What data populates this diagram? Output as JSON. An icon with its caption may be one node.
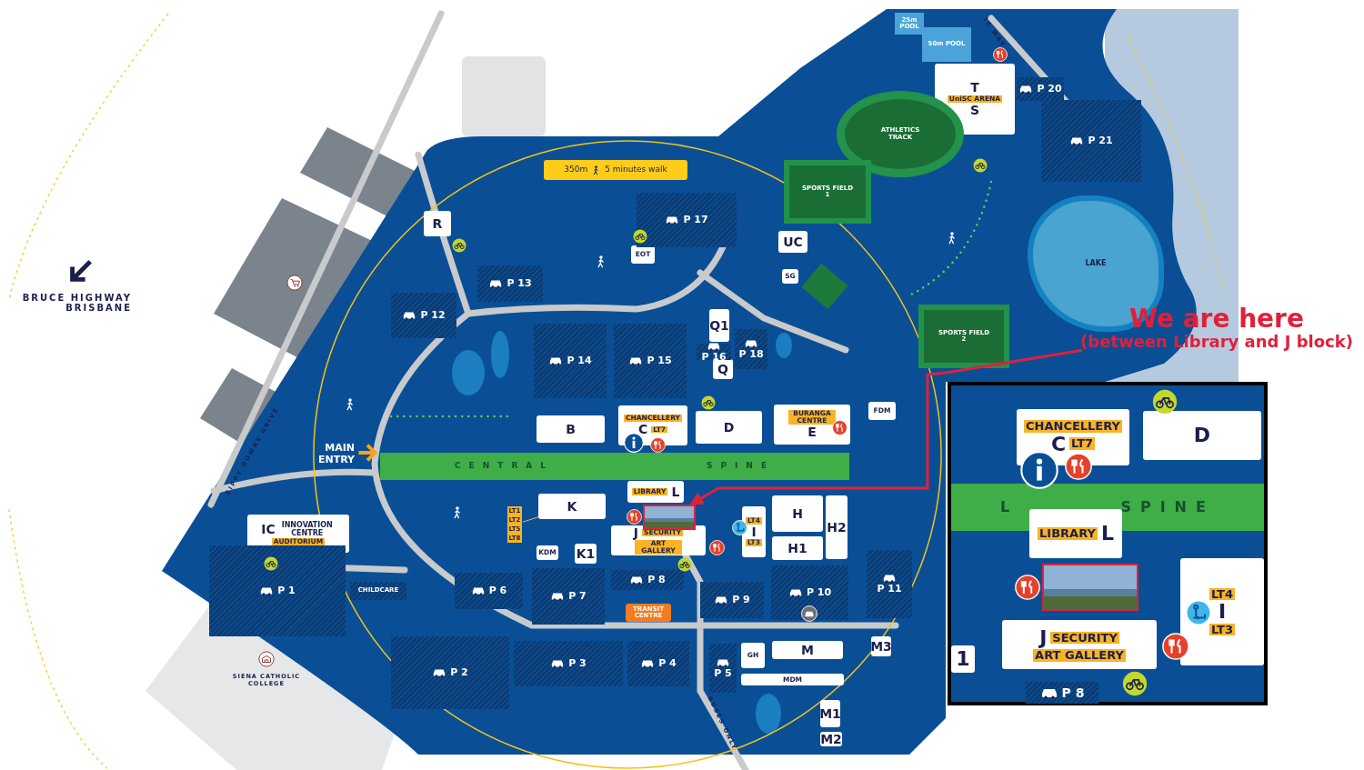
{
  "diagram": {
    "nodes": [
      {
        "text": [
          "R"
        ]
      },
      {
        "text": [
          "EOT"
        ]
      },
      {
        "text": [
          "UC"
        ]
      },
      {
        "text": [
          "SG"
        ]
      },
      {
        "text": [
          "Q1"
        ]
      },
      {
        "text": [
          "Q"
        ]
      },
      {
        "text": [
          "B"
        ]
      },
      {
        "text": [
          "CHANCELLERY",
          "C",
          "LT7"
        ]
      },
      {
        "text": [
          "D"
        ]
      },
      {
        "text": [
          "BURANGA CENTRE",
          "E"
        ]
      },
      {
        "text": [
          "FDM"
        ]
      },
      {
        "text": [
          "K"
        ]
      },
      {
        "text": [
          "LT1 LT2 LT5 LT8"
        ]
      },
      {
        "text": [
          "LIBRARY",
          "L"
        ]
      },
      {
        "text": [
          "J",
          "SECURITY",
          "ART GALLERY"
        ]
      },
      {
        "text": [
          "LT4",
          "I",
          "LT3"
        ]
      },
      {
        "text": [
          "H"
        ]
      },
      {
        "text": [
          "H1"
        ]
      },
      {
        "text": [
          "H2"
        ]
      },
      {
        "text": [
          "KDM"
        ]
      },
      {
        "text": [
          "K1"
        ]
      },
      {
        "text": [
          "IC",
          "INNOVATION CENTRE",
          "AUDITORIUM"
        ]
      },
      {
        "text": [
          "TRANSIT CENTRE"
        ]
      },
      {
        "text": [
          "GH"
        ]
      },
      {
        "text": [
          "M"
        ]
      },
      {
        "text": [
          "MDM"
        ]
      },
      {
        "text": [
          "M3"
        ]
      },
      {
        "text": [
          "M1"
        ]
      },
      {
        "text": [
          "M2"
        ]
      },
      {
        "text": [
          "T",
          "UniSC ARENA",
          "S"
        ]
      },
      {
        "text": [
          "25m POOL"
        ]
      },
      {
        "text": [
          "50m POOL"
        ]
      },
      {
        "text": [
          "ATHLETICS TRACK"
        ]
      },
      {
        "text": [
          "SPORTS FIELD 1"
        ]
      },
      {
        "text": [
          "SPORTS FIELD 2"
        ]
      },
      {
        "text": [
          "LAKE"
        ]
      },
      {
        "text": [
          "350m",
          "5 minutes walk"
        ]
      },
      {
        "text": [
          "P 17"
        ]
      },
      {
        "text": [
          "P 13"
        ]
      },
      {
        "text": [
          "P 12"
        ]
      },
      {
        "text": [
          "P 14"
        ]
      },
      {
        "text": [
          "P 15"
        ]
      },
      {
        "text": [
          "P 16"
        ]
      },
      {
        "text": [
          "P 18"
        ]
      },
      {
        "text": [
          "P 20"
        ]
      },
      {
        "text": [
          "P 21"
        ]
      },
      {
        "text": [
          "P 1"
        ]
      },
      {
        "text": [
          "CHILDCARE"
        ]
      },
      {
        "text": [
          "P 6"
        ]
      },
      {
        "text": [
          "P 7"
        ]
      },
      {
        "text": [
          "P 8"
        ]
      },
      {
        "text": [
          "P 9"
        ]
      },
      {
        "text": [
          "P 10"
        ]
      },
      {
        "text": [
          "P 11"
        ]
      },
      {
        "text": [
          "P 2"
        ]
      },
      {
        "text": [
          "P 3"
        ]
      },
      {
        "text": [
          "P 4"
        ]
      },
      {
        "text": [
          "P 5"
        ]
      },
      {
        "text": [
          "CENTRAL",
          "SPINE"
        ]
      },
      {
        "text": [
          "We are here",
          "(between Library and J block)"
        ]
      },
      {
        "text": [],
        "shape": "picture"
      },
      {
        "text": [],
        "shape": "box"
      },
      {
        "text": [
          "CHANCELLERY",
          "C",
          "LT7"
        ],
        "in": 61
      },
      {
        "text": [
          "D"
        ],
        "in": 61
      },
      {
        "text": [
          "L",
          "SPINE"
        ],
        "in": 61
      },
      {
        "text": [
          "LIBRARY",
          "L"
        ],
        "in": 61
      },
      {
        "text": [],
        "shape": "picture",
        "in": 61
      },
      {
        "text": [
          "J",
          "SECURITY",
          "ART GALLERY"
        ],
        "in": 61
      },
      {
        "text": [
          "LT4",
          "I",
          "LT3"
        ],
        "in": 61
      },
      {
        "text": [
          "1"
        ],
        "in": 61
      },
      {
        "text": [
          "P 8"
        ],
        "in": 61
      }
    ],
    "edges": [
      {
        "from": 59,
        "to": 60,
        "arrow": "to",
        "color": "#e0203a"
      },
      {
        "from": 12,
        "to": 11,
        "arrow": "none",
        "color": "#f9b324"
      }
    ],
    "labels": [
      "BRUCE HIGHWAY BRISBANE",
      "SIPPY DOWNS DRIVE",
      "MAIN ENTRY",
      "SIENA CATHOLIC COLLEGE",
      "BUSES ONLY",
      "IC WAY"
    ]
  }
}
